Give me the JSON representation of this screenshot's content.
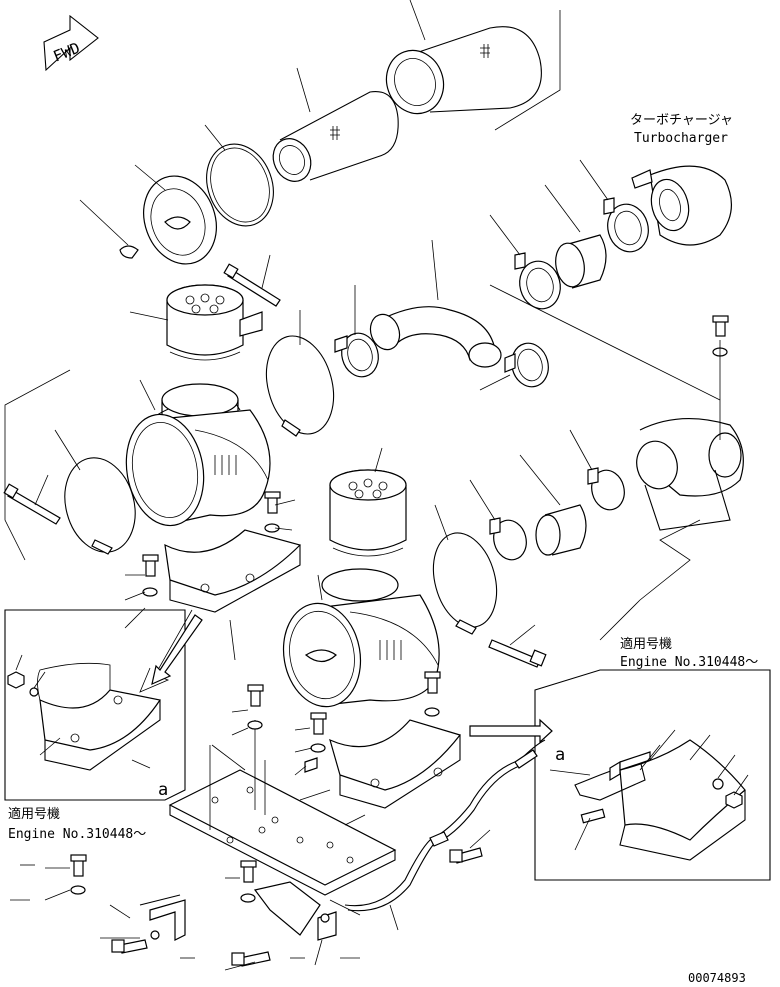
{
  "fwd_label": "FWD",
  "turbocharger": {
    "label_jp": "ターボチャージャ",
    "label_en": "Turbocharger"
  },
  "engine_note_right": {
    "title": "適用号機",
    "serial": "Engine No.310448～"
  },
  "engine_note_left": {
    "title": "適用号機",
    "serial": "Engine No.310448～"
  },
  "detail_marker": "a",
  "drawing_number": "00074893"
}
